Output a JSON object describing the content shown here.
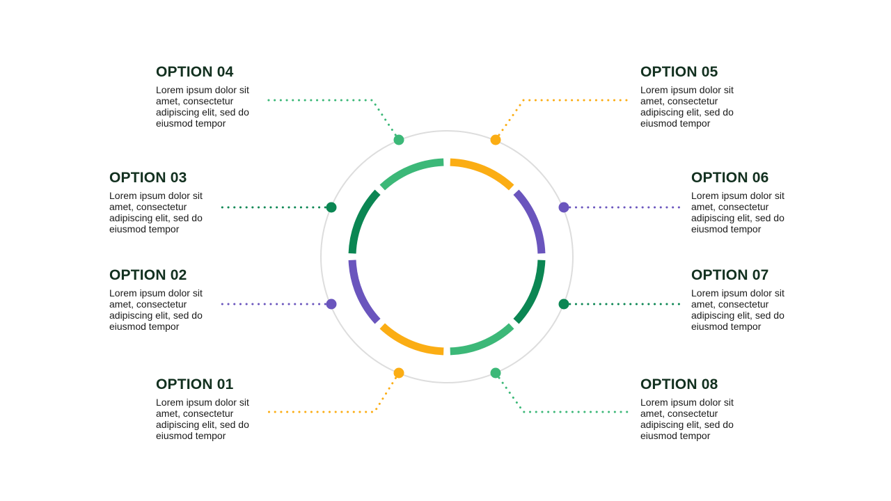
{
  "colors": {
    "green_light": "#3cb878",
    "green_dark": "#0b8653",
    "orange": "#fbad14",
    "purple": "#6a55bd",
    "ring": "#dddddd",
    "title": "#12301f"
  },
  "options": [
    {
      "id": "01",
      "title": "OPTION 01",
      "desc": "Lorem ipsum dolor sit amet, consectetur adipiscing elit, sed do eiusmod tempor",
      "color": "#fbad14"
    },
    {
      "id": "02",
      "title": "OPTION 02",
      "desc": "Lorem ipsum dolor sit amet, consectetur adipiscing elit, sed do eiusmod tempor",
      "color": "#6a55bd"
    },
    {
      "id": "03",
      "title": "OPTION 03",
      "desc": "Lorem ipsum dolor sit amet, consectetur adipiscing elit, sed do eiusmod tempor",
      "color": "#0b8653"
    },
    {
      "id": "04",
      "title": "OPTION 04",
      "desc": "Lorem ipsum dolor sit amet, consectetur adipiscing elit, sed do eiusmod tempor",
      "color": "#3cb878"
    },
    {
      "id": "05",
      "title": "OPTION 05",
      "desc": "Lorem ipsum dolor sit amet, consectetur adipiscing elit, sed do eiusmod tempor",
      "color": "#fbad14"
    },
    {
      "id": "06",
      "title": "OPTION 06",
      "desc": "Lorem ipsum dolor sit amet, consectetur adipiscing elit, sed do eiusmod tempor",
      "color": "#6a55bd"
    },
    {
      "id": "07",
      "title": "OPTION 07",
      "desc": "Lorem ipsum dolor sit amet, consectetur adipiscing elit, sed do eiusmod tempor",
      "color": "#0b8653"
    },
    {
      "id": "08",
      "title": "OPTION 08",
      "desc": "Lorem ipsum dolor sit amet, consectetur adipiscing elit, sed do eiusmod tempor",
      "color": "#3cb878"
    }
  ],
  "ring_segments": [
    {
      "color": "#fbad14"
    },
    {
      "color": "#6a55bd"
    },
    {
      "color": "#0b8653"
    },
    {
      "color": "#3cb878"
    },
    {
      "color": "#fbad14"
    },
    {
      "color": "#6a55bd"
    },
    {
      "color": "#0b8653"
    },
    {
      "color": "#3cb878"
    }
  ]
}
